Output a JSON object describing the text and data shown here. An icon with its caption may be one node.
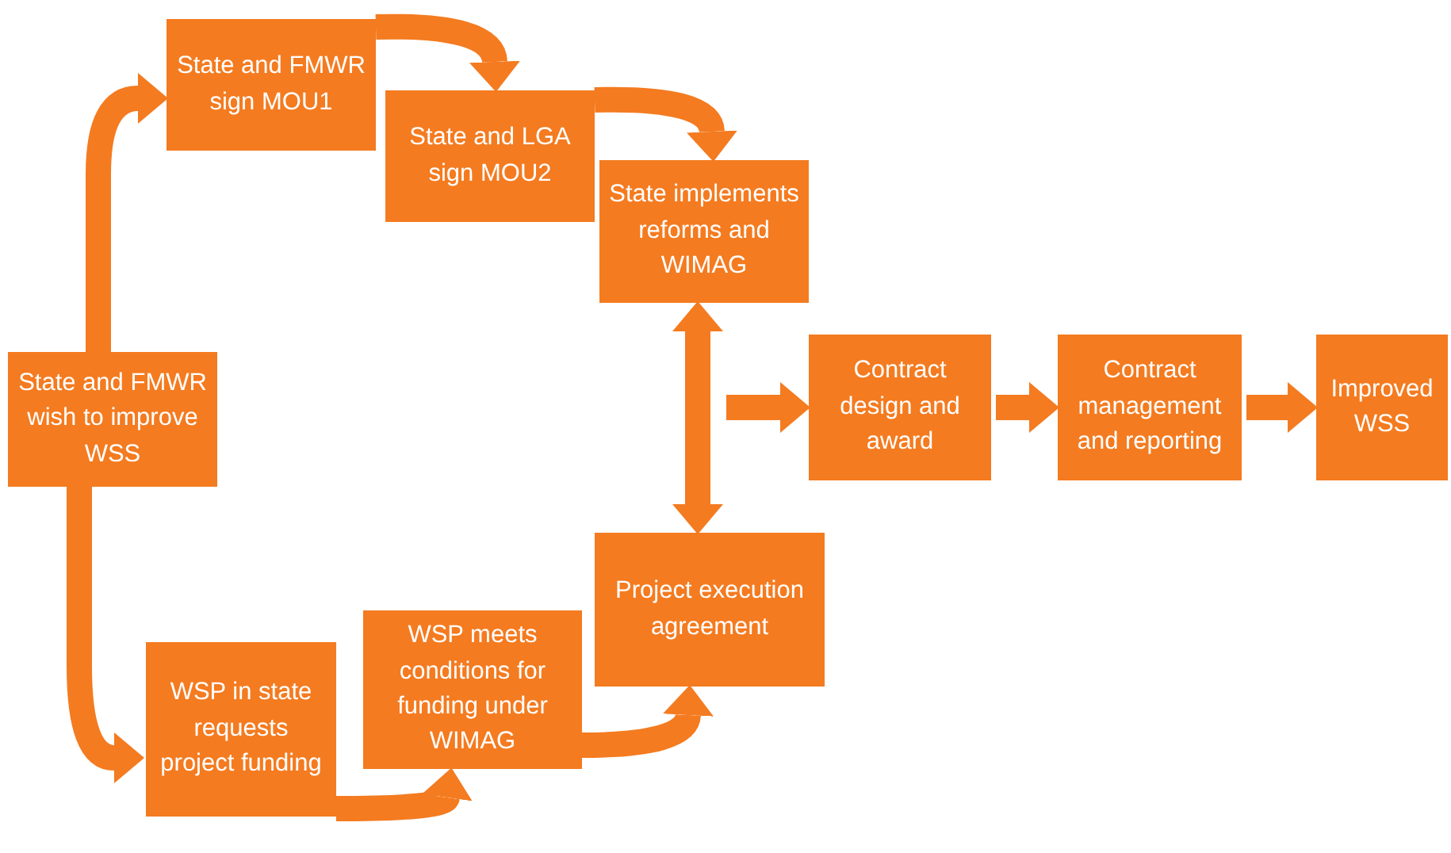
{
  "diagram": {
    "nodes": [
      {
        "text": [
          "State and FMWR sign MOU1"
        ]
      },
      {
        "text": [
          "State and LGA sign MOU2"
        ]
      },
      {
        "text": [
          "State implements reforms and WIMAG"
        ]
      },
      {
        "text": [
          "State and FMWR wish to improve WSS"
        ]
      },
      {
        "text": [
          "Contract design and award"
        ]
      },
      {
        "text": [
          "Contract management and reporting"
        ]
      },
      {
        "text": [
          "Improved WSS"
        ]
      },
      {
        "text": [
          "Project execution agreement"
        ]
      },
      {
        "text": [
          "WSP in state requests project funding"
        ]
      },
      {
        "text": [
          "WSP meets conditions for funding under WIMAG"
        ]
      }
    ],
    "edges": [
      {
        "from": 3,
        "to": 0,
        "arrow": "to"
      },
      {
        "from": 0,
        "to": 1,
        "arrow": "to"
      },
      {
        "from": 1,
        "to": 2,
        "arrow": "to"
      },
      {
        "from": 2,
        "to": 7,
        "arrow": "both"
      },
      {
        "from": null,
        "to": 4,
        "arrow": "to"
      },
      {
        "from": 4,
        "to": 5,
        "arrow": "to"
      },
      {
        "from": 5,
        "to": 6,
        "arrow": "to"
      },
      {
        "from": 3,
        "to": 8,
        "arrow": "to"
      },
      {
        "from": 8,
        "to": 9,
        "arrow": "to"
      },
      {
        "from": 9,
        "to": 7,
        "arrow": "to"
      }
    ]
  }
}
